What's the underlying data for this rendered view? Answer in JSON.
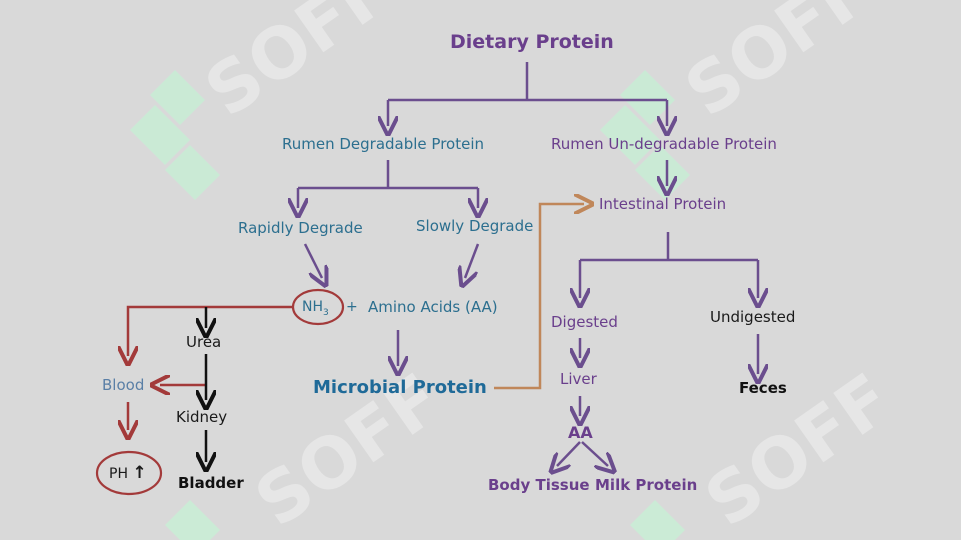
{
  "nodes": {
    "dietary_protein": "Dietary Protein",
    "rumen_degradable": "Rumen Degradable Protein",
    "rumen_undegradable": "Rumen Un-degradable Protein",
    "rapidly_degrade": "Rapidly Degrade",
    "slowly_degrade": "Slowly Degrade",
    "intestinal_protein": "Intestinal Protein",
    "nh3": "NH",
    "nh3_sub": "3",
    "plus": "+",
    "amino_acids": "Amino Acids (AA)",
    "urea": "Urea",
    "blood": "Blood",
    "kidney": "Kidney",
    "ph": "PH",
    "ph_arrow": "↑",
    "bladder": "Bladder",
    "microbial_protein": "Microbial Protein",
    "digested": "Digested",
    "undigested": "Undigested",
    "liver": "Liver",
    "feces": "Feces",
    "aa": "AA",
    "body_tissue": "Body Tissue",
    "milk_protein": "Milk Protein"
  },
  "watermark": "SOFF",
  "colors": {
    "purple": "#6a3f8c",
    "arrow_purple": "#6b4e8e",
    "teal": "#2c6f8f",
    "red": "#a33a3a",
    "orange": "#c0875a",
    "black": "#111111",
    "watermark_green": "#c8f0d6"
  }
}
